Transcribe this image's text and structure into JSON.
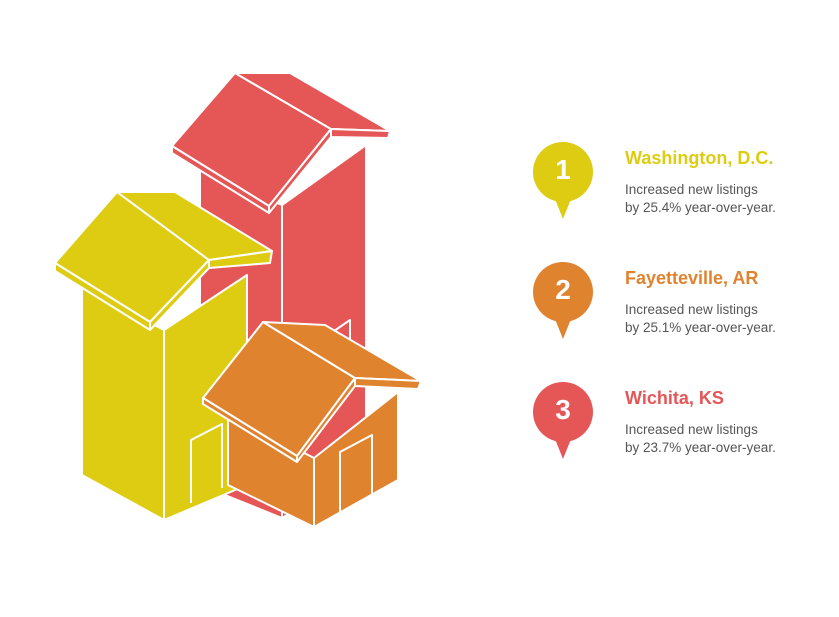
{
  "colors": {
    "yellow": "#decc12",
    "orange": "#e0832f",
    "red": "#e55656",
    "text_gray": "#555555"
  },
  "illustration": {
    "icon": "houses-icon"
  },
  "ranking": [
    {
      "rank": "1",
      "city": "Washington, D.C.",
      "line1": "Increased new listings",
      "line2": "by 25.4% year-over-year.",
      "color": "#decc12"
    },
    {
      "rank": "2",
      "city": "Fayetteville, AR",
      "line1": "Increased new listings",
      "line2": "by 25.1% year-over-year.",
      "color": "#e0832f"
    },
    {
      "rank": "3",
      "city": "Wichita, KS",
      "line1": "Increased new listings",
      "line2": "by 23.7% year-over-year.",
      "color": "#e55656"
    }
  ]
}
